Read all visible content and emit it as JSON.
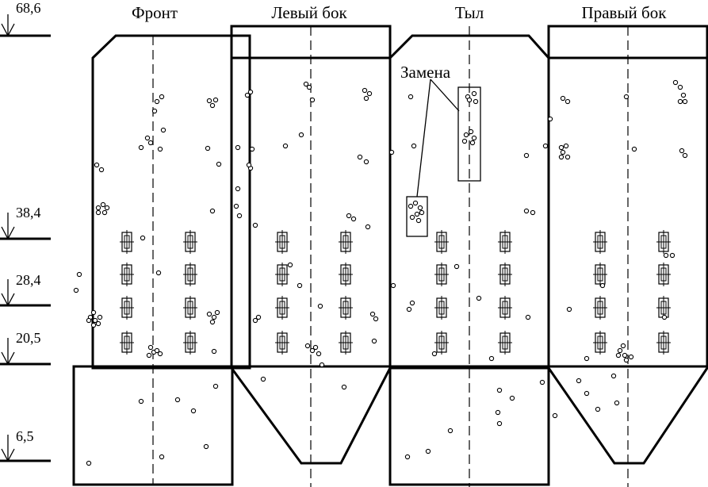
{
  "titles": {
    "front": "Фронт",
    "left_side": "Левый бок",
    "rear": "Тыл",
    "right_side": "Правый бок"
  },
  "levels": {
    "l1": "68,6",
    "l2": "38,4",
    "l3": "28,4",
    "l4": "20,5",
    "l5": "6,5"
  },
  "annotation": {
    "replacement": "Замена"
  }
}
